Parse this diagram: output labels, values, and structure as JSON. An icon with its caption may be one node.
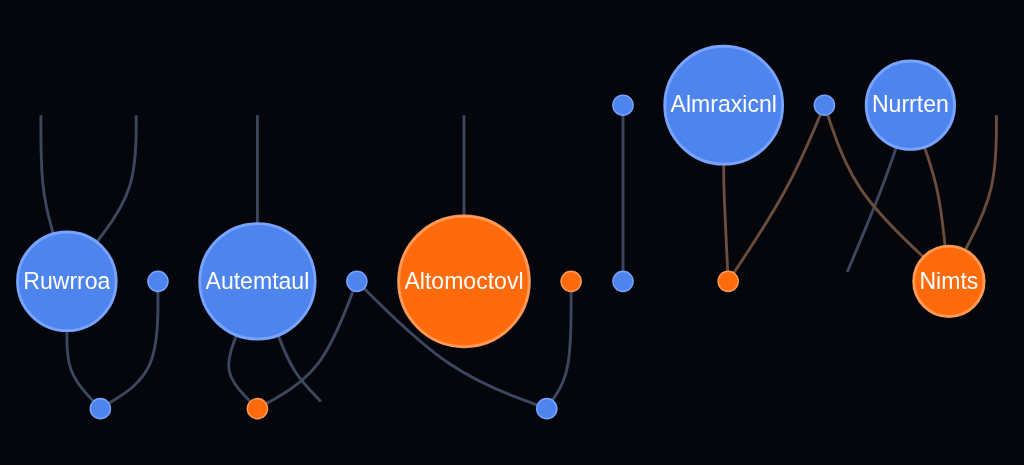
{
  "diagram": {
    "nodes": [
      {
        "text": [
          "Ruwrroa"
        ]
      },
      {
        "text": [],
        "shape": "circle"
      },
      {
        "text": [],
        "shape": "circle"
      },
      {
        "text": [
          "Autemtaul"
        ]
      },
      {
        "text": [],
        "shape": "circle"
      },
      {
        "text": [],
        "shape": "circle"
      },
      {
        "text": [
          "Altomoctovl"
        ]
      },
      {
        "text": [],
        "shape": "circle"
      },
      {
        "text": [],
        "shape": "circle"
      },
      {
        "text": [
          "Nurrten"
        ]
      },
      {
        "text": [],
        "shape": "circle"
      },
      {
        "text": [],
        "shape": "circle"
      },
      {
        "text": [
          "Almraxicnl"
        ]
      },
      {
        "text": [],
        "shape": "circle"
      },
      {
        "text": [],
        "shape": "circle"
      },
      {
        "text": [
          "Nimts"
        ]
      }
    ],
    "edges": [
      {
        "from": null,
        "to": 0,
        "arrow": "none"
      },
      {
        "from": null,
        "to": 0,
        "arrow": "none"
      },
      {
        "from": null,
        "to": 6,
        "arrow": "none"
      },
      {
        "from": 0,
        "to": 2,
        "arrow": "none"
      },
      {
        "from": 1,
        "to": 2,
        "arrow": "none"
      },
      {
        "from": null,
        "to": 3,
        "arrow": "none"
      },
      {
        "from": 3,
        "to": 5,
        "arrow": "none"
      },
      {
        "from": 3,
        "to": null,
        "arrow": "none"
      },
      {
        "from": 4,
        "to": 5,
        "arrow": "none"
      },
      {
        "from": 4,
        "to": 8,
        "arrow": "none"
      },
      {
        "from": 7,
        "to": 8,
        "arrow": "none"
      },
      {
        "from": 9,
        "to": null,
        "arrow": "none"
      },
      {
        "from": 9,
        "to": 15,
        "arrow": "none",
        "color": "#6a4c3c"
      },
      {
        "from": 10,
        "to": 11,
        "arrow": "none"
      },
      {
        "from": 12,
        "to": 14,
        "arrow": "none",
        "color": "#6a4c3c"
      },
      {
        "from": 13,
        "to": 14,
        "arrow": "none",
        "color": "#6a4c3c"
      },
      {
        "from": 13,
        "to": 15,
        "arrow": "none",
        "color": "#6a4c3c"
      },
      {
        "from": null,
        "to": 15,
        "arrow": "none",
        "color": "#6a4c3c"
      }
    ]
  }
}
